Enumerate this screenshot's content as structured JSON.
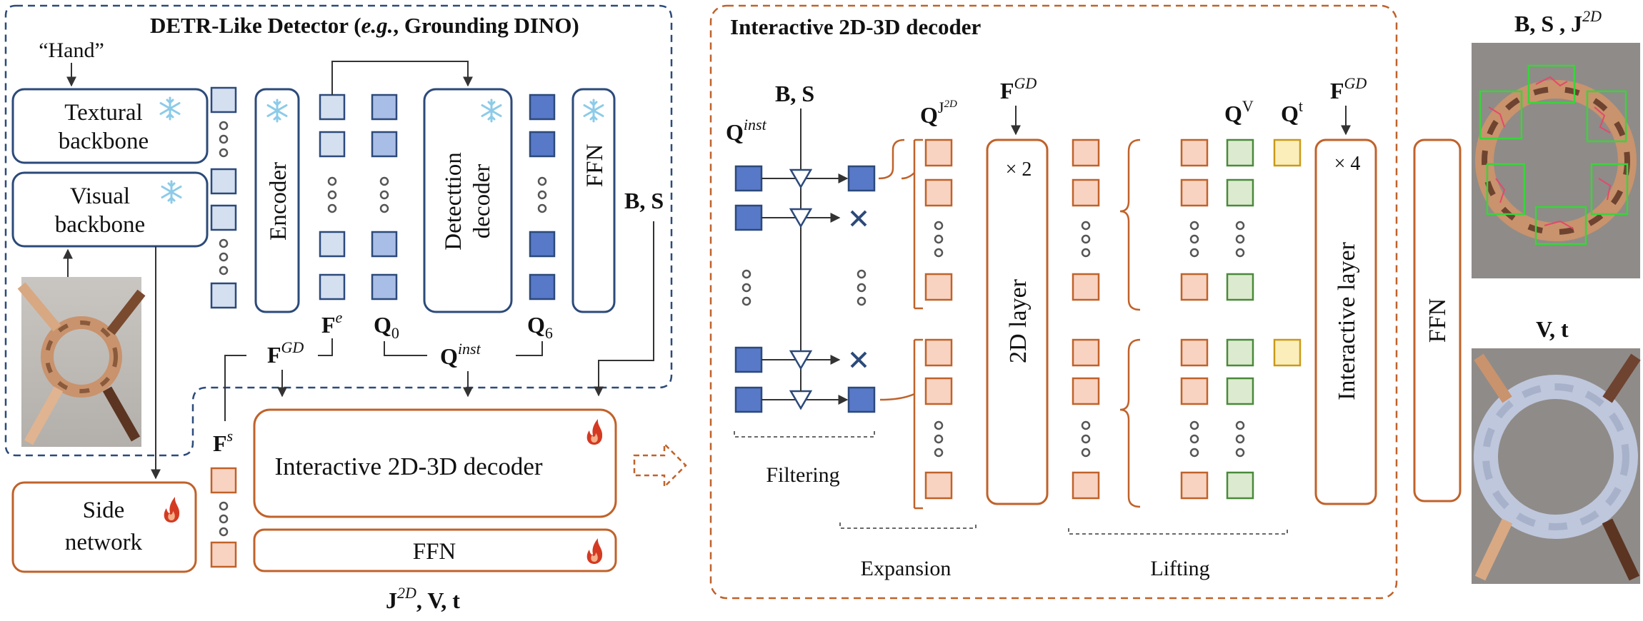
{
  "detr": {
    "title": "DETR-Like Detector (e.g., Grounding DINO)",
    "hand_prompt": "“Hand”",
    "textural_backbone": [
      "Textural",
      "backbone"
    ],
    "visual_backbone": [
      "Visual",
      "backbone"
    ],
    "encoder": "Encoder",
    "detection_decoder": [
      "Detecttion",
      "decoder"
    ],
    "ffn": "FFN",
    "outputs_bs": "B, S",
    "fe_label": "F",
    "fe_sup": "e",
    "q0_label": "Q",
    "q0_sub": "0",
    "q6_label": "Q",
    "q6_sub": "6",
    "fgd_label": "F",
    "fgd_sup": "GD",
    "qinst_label": "Q",
    "qinst_sup": "inst"
  },
  "left_bottom": {
    "side_network": [
      "Side",
      "network"
    ],
    "fs_label": "F",
    "fs_sup": "s",
    "interactive_decoder": "Interactive 2D-3D decoder",
    "ffn": "FFN",
    "output_label": "J",
    "output_sup": "2D",
    "output_rest": ", V, t"
  },
  "decoder_detail": {
    "title": "Interactive 2D-3D decoder",
    "qinst_label": "Q",
    "qinst_sup": "inst",
    "bs_label": "B, S",
    "qj2d_label": "Q",
    "qj2d_sup": "J",
    "qj2d_supsup": "2D",
    "fgd1_label": "F",
    "fgd1_sup": "GD",
    "fgd2_label": "F",
    "fgd2_sup": "GD",
    "times2": "× 2",
    "times4": "× 4",
    "layer2d": "2D layer",
    "interactive_layer": "Interactive layer",
    "qv_label": "Q",
    "qv_sup": "V",
    "qt_label": "Q",
    "qt_sup": "t",
    "filtering": "Filtering",
    "expansion": "Expansion",
    "lifting": "Lifting"
  },
  "right": {
    "ffn": "FFN",
    "top_label": "B, S , J",
    "top_sup": "2D",
    "bottom_label": "V, t"
  },
  "colors": {
    "blue_dashed": "#2c4a7a",
    "orange": "#c0622a",
    "light_blue": "#d4dff0",
    "mid_blue": "#7f9dd6",
    "dark_blue": "#5878c8",
    "peach": "#f9d3c2",
    "green": "#dcebcf",
    "yellow": "#fbeebb",
    "snow": "#8ccbe8",
    "fire": "#d43a22"
  }
}
